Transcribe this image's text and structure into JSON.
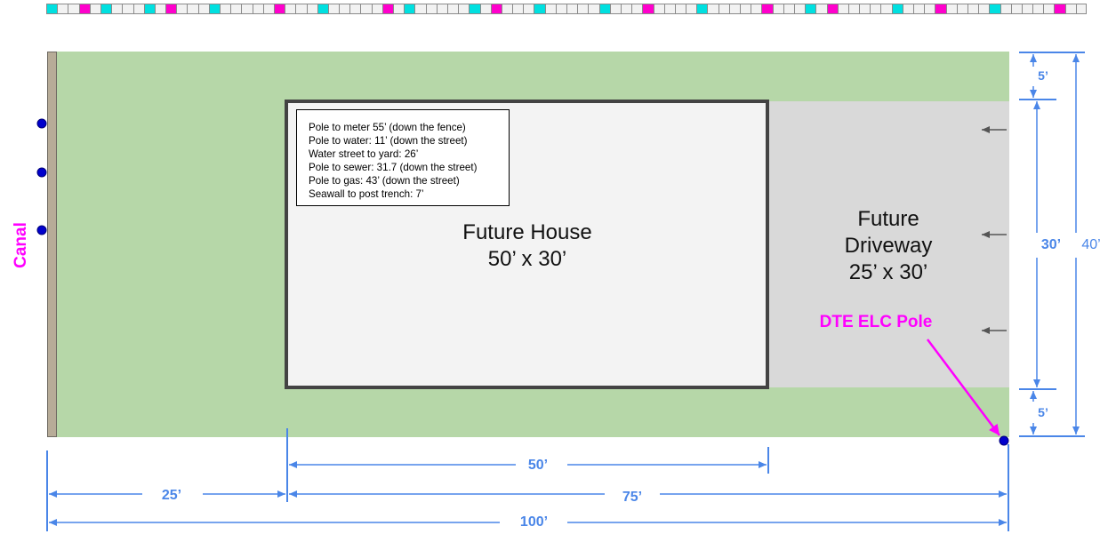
{
  "ruler": {
    "pattern": [
      "c",
      "w",
      "w",
      "m",
      "w",
      "c",
      "w",
      "w",
      "w",
      "c",
      "w",
      "m",
      "w",
      "w",
      "w",
      "c",
      "w",
      "w",
      "w",
      "w",
      "w",
      "m",
      "w",
      "w",
      "w",
      "c",
      "w",
      "w",
      "w",
      "w",
      "w",
      "m",
      "w",
      "c",
      "w",
      "w",
      "w",
      "w",
      "w",
      "c",
      "w",
      "m",
      "w",
      "w",
      "w",
      "c",
      "w",
      "w",
      "w",
      "w",
      "w",
      "c",
      "w",
      "w",
      "w",
      "m",
      "w",
      "w",
      "w",
      "w",
      "c",
      "w",
      "w",
      "w",
      "w",
      "w",
      "m",
      "w",
      "w",
      "w",
      "c",
      "w",
      "m",
      "w",
      "w",
      "w",
      "w",
      "w",
      "c",
      "w",
      "w",
      "w",
      "m",
      "w",
      "w",
      "w",
      "w",
      "c",
      "w",
      "w",
      "w",
      "w",
      "w",
      "m",
      "w",
      "w"
    ],
    "colors": {
      "c": "#00e0e0",
      "m": "#ff00cc",
      "w": "#f2f2f2"
    }
  },
  "labels": {
    "canal": "Canal",
    "house_title": "Future House",
    "house_size": "50’ x 30’",
    "driveway_title": "Future",
    "driveway_title2": "Driveway",
    "driveway_size": "25’ x 30’",
    "pole": "DTE ELC Pole"
  },
  "notes": [
    "Pole to meter 55’ (down the fence)",
    "Pole to water: 11’ (down the street)",
    "Water street to yard: 26’",
    "Pole to sewer: 31.7 (down the street)",
    "Pole to gas: 43’ (down the street)",
    "Seawall to post trench: 7’"
  ],
  "dimensions": {
    "house_width": "50’",
    "setback_left": "25’",
    "remaining": "75’",
    "total_width": "100’",
    "top_margin": "5’",
    "house_depth": "30’",
    "bottom_margin": "5’",
    "total_depth": "40’"
  },
  "colors": {
    "lawn": "#b6d7a8",
    "house_fill": "#f3f3f3",
    "driveway_fill": "#d9d9d9",
    "dimension": "#4a86e8",
    "highlight": "#ff00ff",
    "marker": "#0000cc"
  }
}
